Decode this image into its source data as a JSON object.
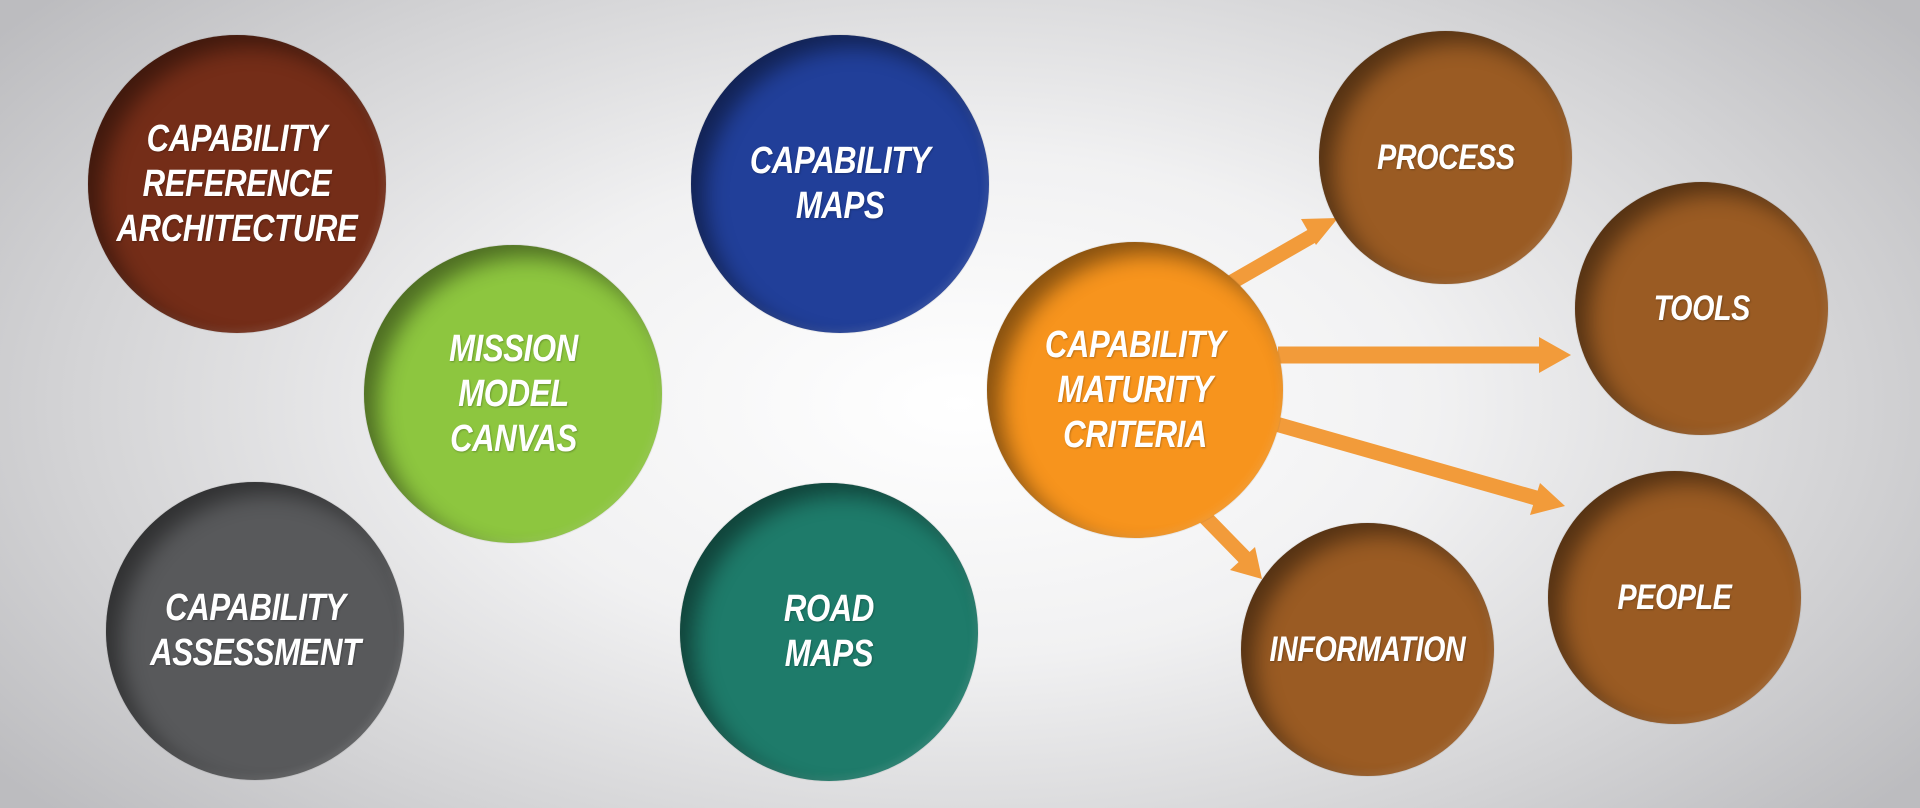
{
  "diagram": {
    "nodes": {
      "capability_reference_architecture": {
        "label": "CAPABILITY\nREFERENCE\nARCHITECTURE",
        "color": "#742d18"
      },
      "mission_model_canvas": {
        "label": "MISSION\nMODEL\nCANVAS",
        "color": "#8dc63f"
      },
      "capability_assessment": {
        "label": "CAPABILITY\nASSESSMENT",
        "color": "#58595b"
      },
      "capability_maps": {
        "label": "CAPABILITY\nMAPS",
        "color": "#213f99"
      },
      "road_maps": {
        "label": "ROAD\nMAPS",
        "color": "#1e7b6a"
      },
      "capability_maturity_criteria": {
        "label": "CAPABILITY\nMATURITY\nCRITERIA",
        "color": "#f7941d"
      },
      "process": {
        "label": "PROCESS",
        "color": "#9a5b23"
      },
      "tools": {
        "label": "TOOLS",
        "color": "#9a5b23"
      },
      "people": {
        "label": "PEOPLE",
        "color": "#9a5b23"
      },
      "information": {
        "label": "INFORMATION",
        "color": "#9a5b23"
      }
    },
    "edges": [
      {
        "from": "capability_maturity_criteria",
        "to": "process"
      },
      {
        "from": "capability_maturity_criteria",
        "to": "tools"
      },
      {
        "from": "capability_maturity_criteria",
        "to": "people"
      },
      {
        "from": "capability_maturity_criteria",
        "to": "information"
      }
    ],
    "arrow_color": "#f29b3a"
  }
}
